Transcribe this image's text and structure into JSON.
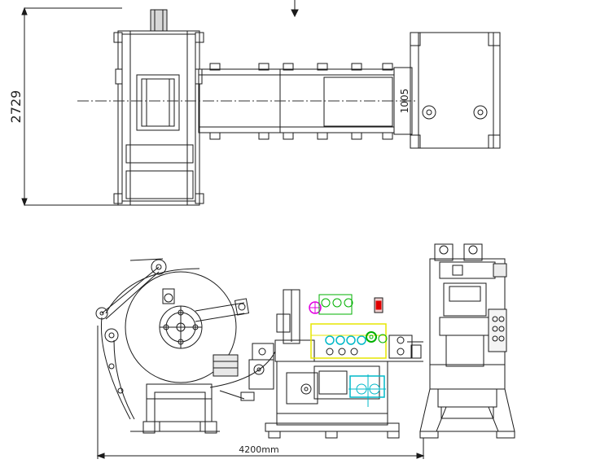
{
  "dimensions": {
    "height_label": "2729",
    "width_label": "1005",
    "length_label": "4200mm"
  },
  "colors": {
    "line": "#1a1a1a",
    "centerline": "#333333",
    "magenta": "#e000e0",
    "yellow": "#e6e600",
    "green": "#00b000",
    "cyan": "#00b8c8",
    "red": "#e00000",
    "gray": "#7a7a7a"
  }
}
